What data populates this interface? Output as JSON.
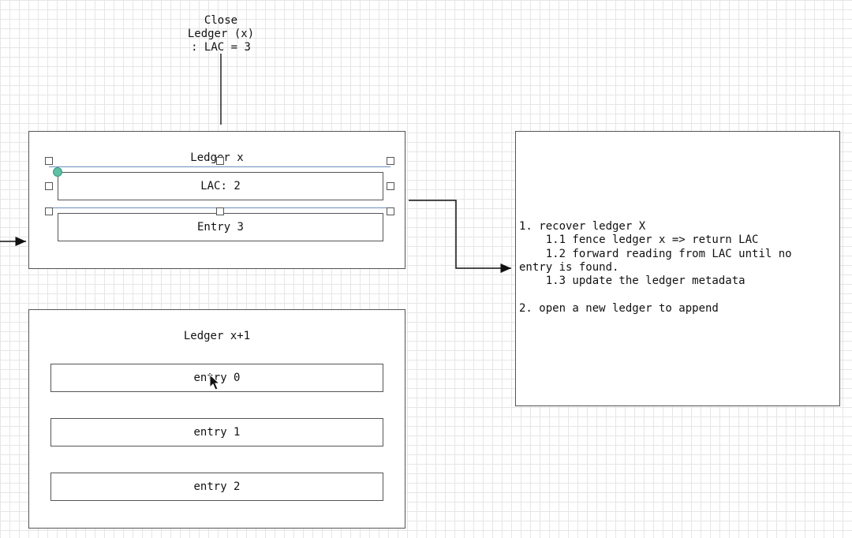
{
  "close_label": "Close\nLedger (x)\n: LAC = 3",
  "ledger_x": {
    "title": "Ledger x",
    "items": [
      "LAC: 2",
      "Entry 3"
    ]
  },
  "ledger_x1": {
    "title": "Ledger x+1",
    "items": [
      "entry 0",
      "entry 1",
      "entry 2"
    ]
  },
  "notes": "1. recover ledger X\n    1.1 fence ledger x => return LAC\n    1.2 forward reading from LAC until no\nentry is found.\n    1.3 update the ledger metadata\n\n2. open a new ledger to append",
  "colors": {
    "selection": "#6c8ebf",
    "anchor": "#5fbfa4",
    "stroke": "#555555"
  }
}
